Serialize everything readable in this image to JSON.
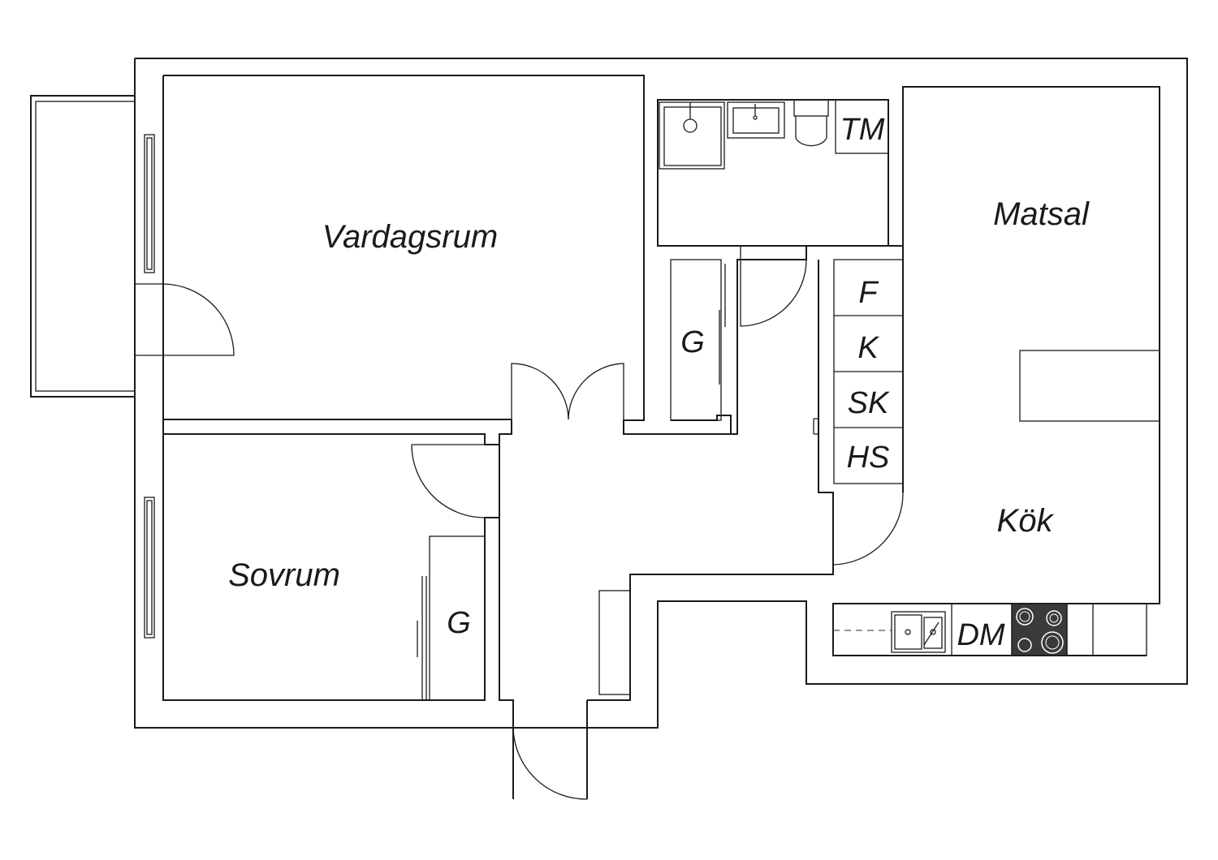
{
  "floor_plan": {
    "rooms": {
      "living_room": "Vardagsrum",
      "bedroom": "Sovrum",
      "dining": "Matsal",
      "kitchen": "Kök"
    },
    "units": {
      "wardrobe_hall": "G",
      "wardrobe_bedroom": "G",
      "washing_machine": "TM",
      "fridge": "F",
      "freezer": "K",
      "cabinet": "SK",
      "broom_closet": "HS",
      "dishwasher": "DM"
    },
    "colors": {
      "line": "#1a1a1a",
      "background": "#ffffff",
      "stove": "#3a3a3a"
    }
  }
}
